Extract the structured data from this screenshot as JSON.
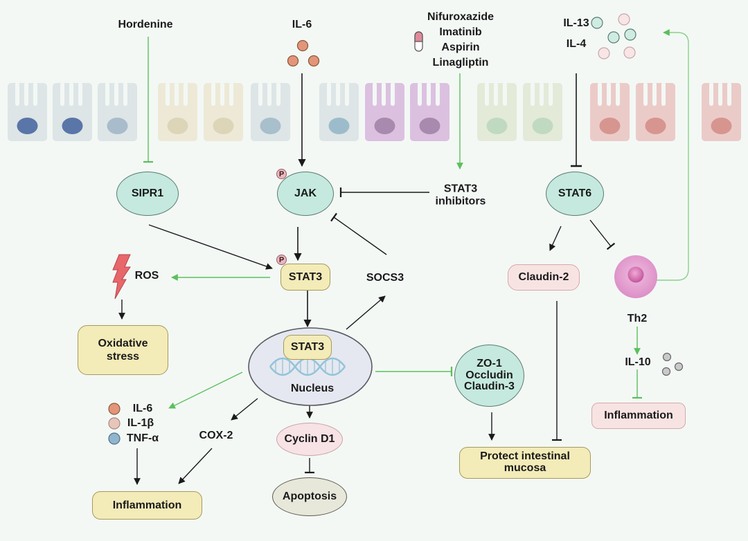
{
  "diagram": {
    "title": "STAT3 and STAT6 signaling in intestinal mucosa",
    "colors": {
      "background": "#f3f8f5",
      "activation_green": "#5cbf5c",
      "activation_black": "#1a1a1a",
      "teal_node": "#c5e9de",
      "yellow_box": "#f3ebb8",
      "pink_box": "#f8e3e3"
    },
    "epithelium": {
      "cells": [
        {
          "body": "#dde5e6",
          "nucleus": "#5a75a8"
        },
        {
          "body": "#dde5e6",
          "nucleus": "#5a75a8"
        },
        {
          "body": "#dde5e6",
          "nucleus": "#a8bccb"
        },
        {
          "body": "#ede9d6",
          "nucleus": "#dcd5b8"
        },
        {
          "body": "#ede9d6",
          "nucleus": "#dcd5b8"
        },
        {
          "body": "#dde5e6",
          "nucleus": "#a8bfcc"
        },
        {
          "body": "#dde5e6",
          "nucleus": "#9dbccb"
        },
        {
          "body": "#dcc0e0",
          "nucleus": "#a88aae"
        },
        {
          "body": "#dcc0e0",
          "nucleus": "#a88aae"
        },
        {
          "body": "#e4ead8",
          "nucleus": "#c0dac2"
        },
        {
          "body": "#e4ead8",
          "nucleus": "#c0dac2"
        },
        {
          "body": "#ebcbc8",
          "nucleus": "#d79590"
        },
        {
          "body": "#ebcbc8",
          "nucleus": "#d79590"
        },
        {
          "body": "#ebcbc8",
          "nucleus": "#d79590"
        }
      ]
    },
    "top_labels": {
      "hordenine": "Hordenine",
      "il6": "IL-6",
      "drugs": [
        "Nifuroxazide",
        "Imatinib",
        "Aspirin",
        "Linagliptin"
      ],
      "il13": "IL-13",
      "il4": "IL-4"
    },
    "nodes": {
      "sipr1": "SIPR1",
      "jak": "JAK",
      "stat3_inhibitors": [
        "STAT3",
        "inhibitors"
      ],
      "stat6": "STAT6",
      "ros": "ROS",
      "stat3": "STAT3",
      "socs3": "SOCS3",
      "claudin2": "Claudin-2",
      "th2": "Th2",
      "oxidative_stress": [
        "Oxidative",
        "stress"
      ],
      "nucleus_stat3": "STAT3",
      "nucleus": "Nucleus",
      "tight_junctions": [
        "ZO-1",
        "Occludin",
        "Claudin-3"
      ],
      "il10": "IL-10",
      "inflammation_right": "Inflammation",
      "cytokines": [
        {
          "label": "IL-6",
          "color": "#e3957a"
        },
        {
          "label": "IL-1β",
          "color": "#e8c5bb"
        },
        {
          "label": "TNF-α",
          "color": "#8fb5cf"
        }
      ],
      "cox2": "COX-2",
      "cyclin_d1": "Cyclin D1",
      "apoptosis": "Apoptosis",
      "inflammation_left": "Inflammation",
      "protect_mucosa": [
        "Protect intestinal",
        "mucosa"
      ],
      "phospho_badge": "P"
    },
    "edges": [
      {
        "from": "Hordenine",
        "to": "SIPR1",
        "type": "inhibit",
        "color": "green"
      },
      {
        "from": "IL-6",
        "to": "JAK",
        "type": "activate",
        "color": "black"
      },
      {
        "from": "Drugs",
        "to": "STAT3 inhibitors",
        "type": "activate",
        "color": "green"
      },
      {
        "from": "IL-13/IL-4",
        "to": "STAT6",
        "type": "inhibit",
        "color": "black"
      },
      {
        "from": "STAT3 inhibitors",
        "to": "JAK",
        "type": "inhibit",
        "color": "black"
      },
      {
        "from": "SIPR1",
        "to": "STAT3",
        "type": "activate",
        "color": "black"
      },
      {
        "from": "JAK",
        "to": "STAT3",
        "type": "activate",
        "color": "black"
      },
      {
        "from": "SOCS3",
        "to": "JAK",
        "type": "inhibit",
        "color": "black"
      },
      {
        "from": "STAT3",
        "to": "ROS",
        "type": "activate",
        "color": "green"
      },
      {
        "from": "ROS",
        "to": "Oxidative stress",
        "type": "activate",
        "color": "black"
      },
      {
        "from": "STAT3",
        "to": "Nucleus",
        "type": "activate",
        "color": "black"
      },
      {
        "from": "Nucleus",
        "to": "SOCS3",
        "type": "activate",
        "color": "black"
      },
      {
        "from": "Nucleus",
        "to": "ZO-1/Occludin/Claudin-3",
        "type": "inhibit",
        "color": "green"
      },
      {
        "from": "Nucleus",
        "to": "Cytokines",
        "type": "activate",
        "color": "green"
      },
      {
        "from": "Nucleus",
        "to": "COX-2",
        "type": "activate",
        "color": "black"
      },
      {
        "from": "Nucleus",
        "to": "Cyclin D1",
        "type": "activate",
        "color": "black"
      },
      {
        "from": "Cyclin D1",
        "to": "Apoptosis",
        "type": "inhibit",
        "color": "black"
      },
      {
        "from": "Cytokines",
        "to": "Inflammation",
        "type": "activate",
        "color": "black"
      },
      {
        "from": "COX-2",
        "to": "Inflammation",
        "type": "activate",
        "color": "black"
      },
      {
        "from": "STAT6",
        "to": "Claudin-2",
        "type": "activate",
        "color": "black"
      },
      {
        "from": "STAT6",
        "to": "Th2",
        "type": "inhibit",
        "color": "black"
      },
      {
        "from": "Th2",
        "to": "IL-13/IL-4",
        "type": "activate",
        "color": "green"
      },
      {
        "from": "Claudin-2",
        "to": "Protect intestinal mucosa",
        "type": "inhibit",
        "color": "black"
      },
      {
        "from": "ZO-1/Occludin/Claudin-3",
        "to": "Protect intestinal mucosa",
        "type": "activate",
        "color": "black"
      },
      {
        "from": "Th2",
        "to": "IL-10",
        "type": "activate",
        "color": "green"
      },
      {
        "from": "IL-10",
        "to": "Inflammation",
        "type": "inhibit",
        "color": "green"
      }
    ]
  }
}
